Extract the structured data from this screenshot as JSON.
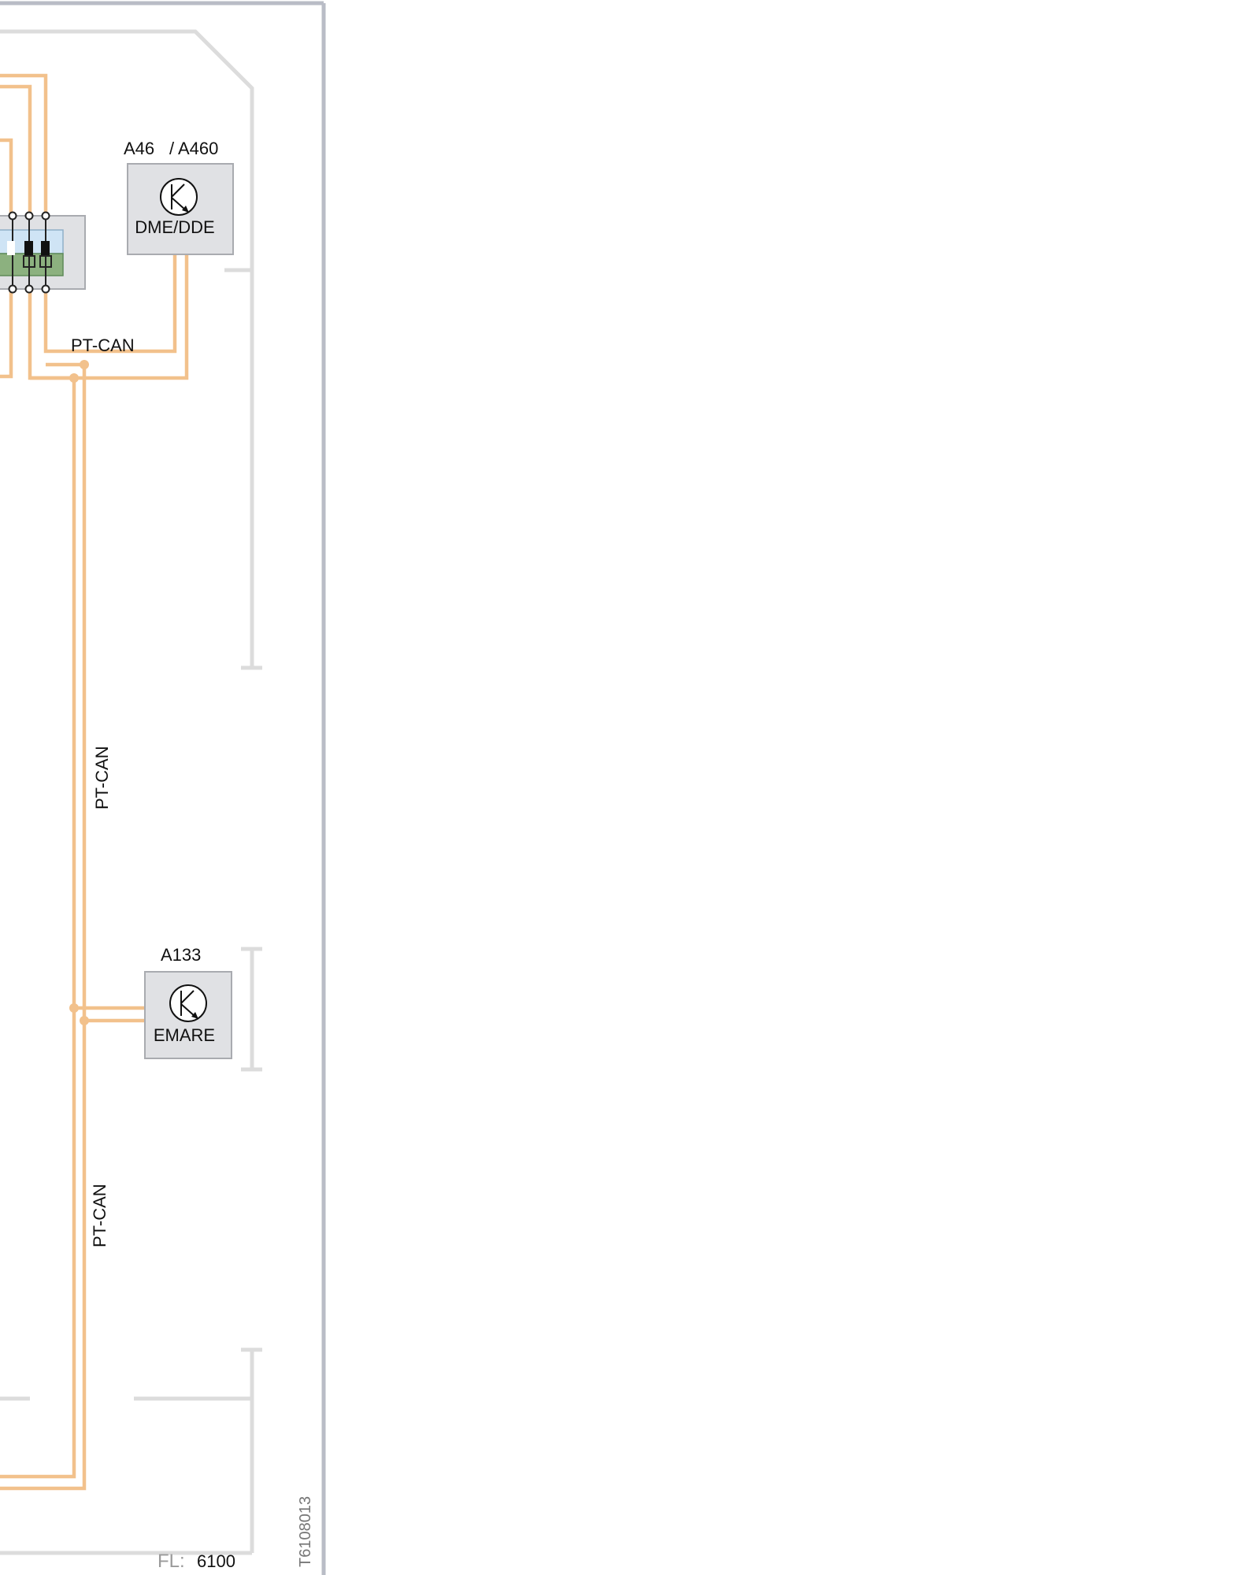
{
  "colors": {
    "bus_wire": "#f2c18c",
    "ecu_fill": "#e0e1e4",
    "ecu_stroke": "#a9abb0",
    "outline": "#dcdcdc",
    "frame": "#b9bcc6",
    "connector_blue": "#cfe4f5",
    "connector_green": "#8cb17f"
  },
  "ecus": [
    {
      "id": "A46",
      "id_alt": "/ A460",
      "name": "DME/DDE",
      "icon": "transistor-icon"
    },
    {
      "id": "A133",
      "name": "EMARE",
      "icon": "transistor-icon"
    }
  ],
  "bus_labels": [
    "PT-CAN",
    "PT-CAN",
    "PT-CAN"
  ],
  "footer": {
    "fl_key": "FL:",
    "fl_value": "6100",
    "doc_id": "T6108013"
  }
}
